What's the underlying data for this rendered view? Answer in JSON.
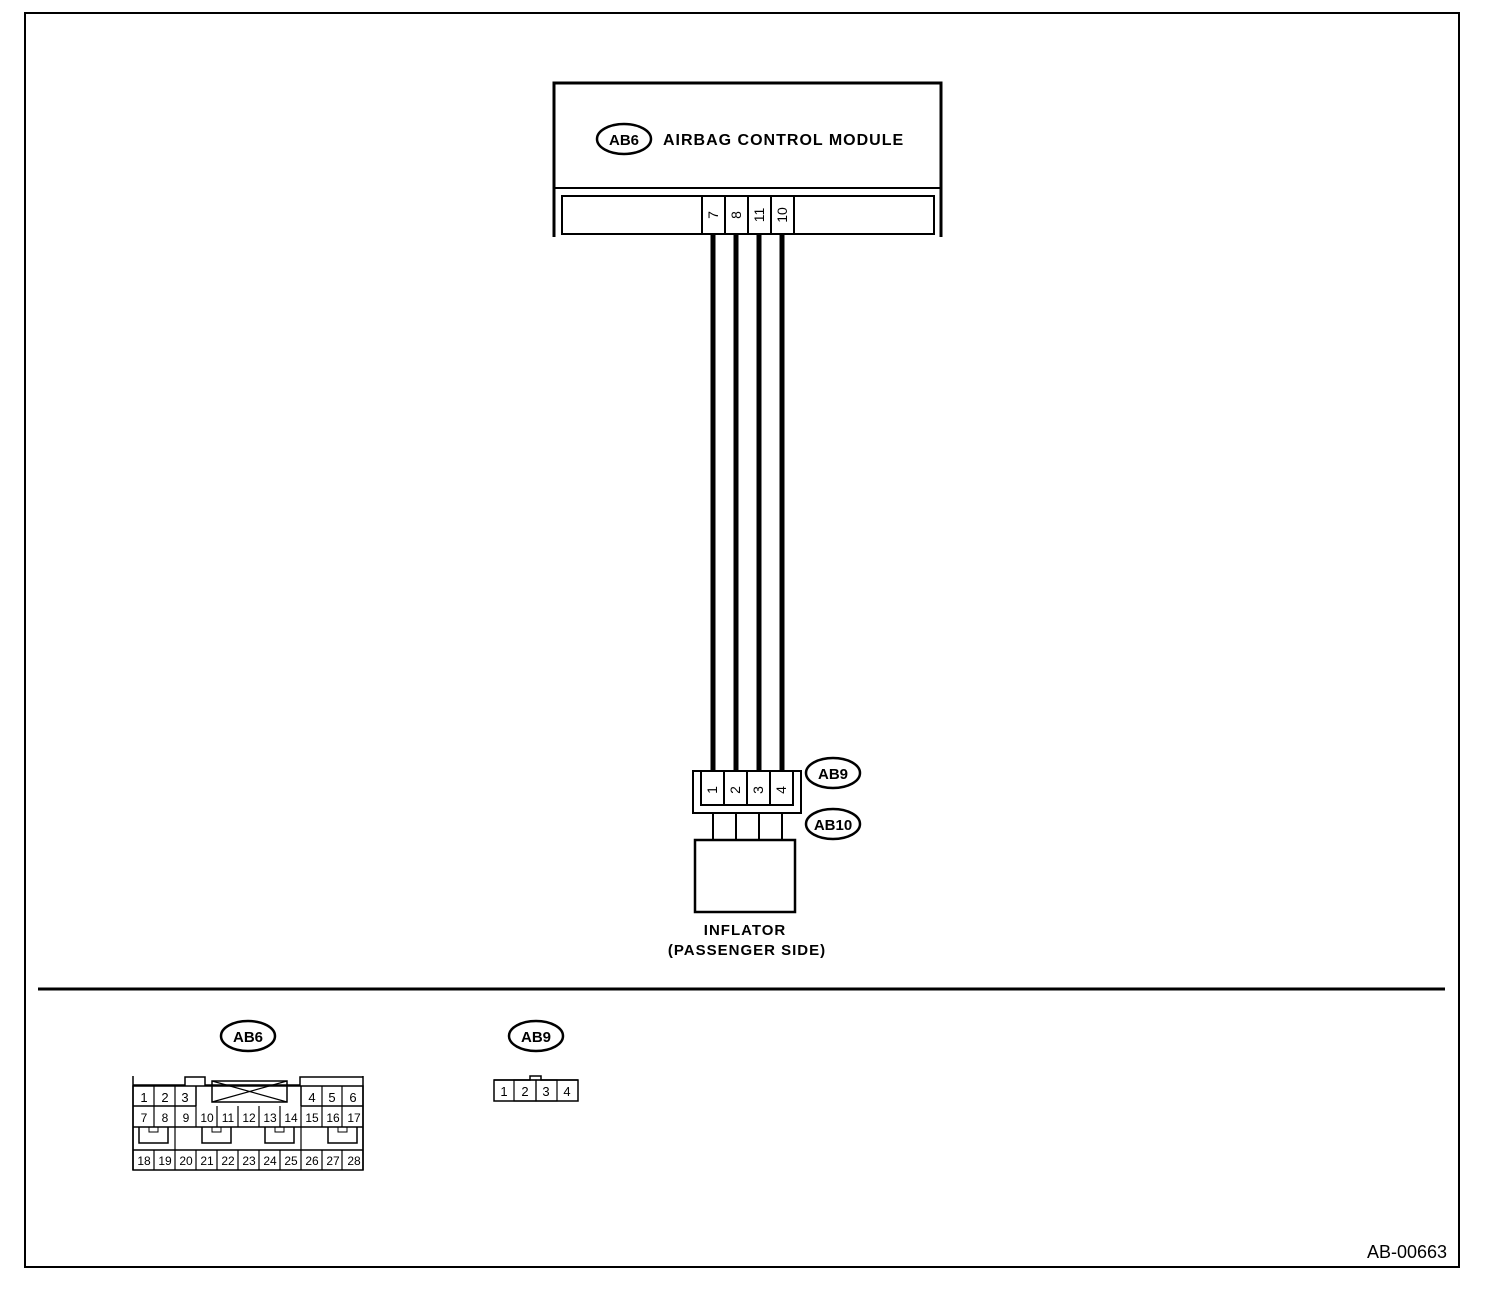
{
  "module": {
    "connector_tag": "AB6",
    "title": "AIRBAG CONTROL MODULE",
    "pins": [
      "7",
      "8",
      "11",
      "10"
    ]
  },
  "inflator": {
    "connector_tag_top": "AB9",
    "connector_tag_bottom": "AB10",
    "pins": [
      "1",
      "2",
      "3",
      "4"
    ],
    "label_line1": "INFLATOR",
    "label_line2": "(PASSENGER SIDE)"
  },
  "connector_views": {
    "ab6": {
      "tag": "AB6",
      "row1_left": [
        "1",
        "2",
        "3"
      ],
      "row1_right": [
        "4",
        "5",
        "6"
      ],
      "row2": [
        "7",
        "8",
        "9",
        "10",
        "11",
        "12",
        "13",
        "14",
        "15",
        "16",
        "17"
      ],
      "row3": [
        "18",
        "19",
        "20",
        "21",
        "22",
        "23",
        "24",
        "25",
        "26",
        "27",
        "28"
      ]
    },
    "ab9": {
      "tag": "AB9",
      "pins": [
        "1",
        "2",
        "3",
        "4"
      ]
    }
  },
  "figure_code": "AB-00663"
}
